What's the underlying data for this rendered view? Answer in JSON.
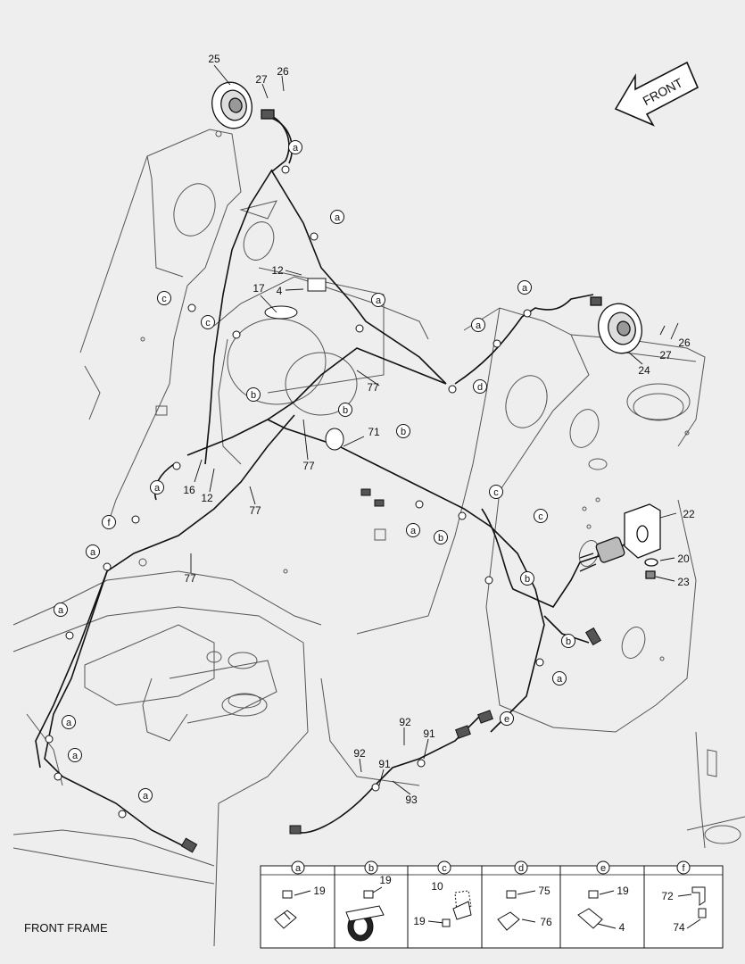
{
  "direction_label": "FRONT",
  "footer_title": "FRONT FRAME",
  "callouts": [
    {
      "id": "c25",
      "label": "25"
    },
    {
      "id": "c26a",
      "label": "26"
    },
    {
      "id": "c27a",
      "label": "27"
    },
    {
      "id": "c12a",
      "label": "12"
    },
    {
      "id": "c4a",
      "label": "4"
    },
    {
      "id": "c17",
      "label": "17"
    },
    {
      "id": "c77a",
      "label": "77"
    },
    {
      "id": "c71",
      "label": "71"
    },
    {
      "id": "c77b",
      "label": "77"
    },
    {
      "id": "c16",
      "label": "16"
    },
    {
      "id": "c12b",
      "label": "12"
    },
    {
      "id": "c77c",
      "label": "77"
    },
    {
      "id": "c77d",
      "label": "77"
    },
    {
      "id": "c24",
      "label": "24"
    },
    {
      "id": "c27b",
      "label": "27"
    },
    {
      "id": "c26b",
      "label": "26"
    },
    {
      "id": "c22",
      "label": "22"
    },
    {
      "id": "c20",
      "label": "20"
    },
    {
      "id": "c23",
      "label": "23"
    },
    {
      "id": "c92a",
      "label": "92"
    },
    {
      "id": "c91a",
      "label": "91"
    },
    {
      "id": "c92b",
      "label": "92"
    },
    {
      "id": "c91b",
      "label": "91"
    },
    {
      "id": "c93",
      "label": "93"
    }
  ],
  "markers": [
    {
      "id": "m1",
      "letter": "a"
    },
    {
      "id": "m2",
      "letter": "a"
    },
    {
      "id": "m3",
      "letter": "c"
    },
    {
      "id": "m4",
      "letter": "c"
    },
    {
      "id": "m5",
      "letter": "a"
    },
    {
      "id": "m6",
      "letter": "a"
    },
    {
      "id": "m7",
      "letter": "a"
    },
    {
      "id": "m8",
      "letter": "d"
    },
    {
      "id": "m9",
      "letter": "b"
    },
    {
      "id": "m10",
      "letter": "b"
    },
    {
      "id": "m11",
      "letter": "b"
    },
    {
      "id": "m12",
      "letter": "a"
    },
    {
      "id": "m13",
      "letter": "f"
    },
    {
      "id": "m14",
      "letter": "a"
    },
    {
      "id": "m15",
      "letter": "a"
    },
    {
      "id": "m16",
      "letter": "c"
    },
    {
      "id": "m17",
      "letter": "c"
    },
    {
      "id": "m18",
      "letter": "a"
    },
    {
      "id": "m19",
      "letter": "b"
    },
    {
      "id": "m20",
      "letter": "b"
    },
    {
      "id": "m21",
      "letter": "b"
    },
    {
      "id": "m22",
      "letter": "a"
    },
    {
      "id": "m23",
      "letter": "e"
    },
    {
      "id": "m24",
      "letter": "a"
    },
    {
      "id": "m25",
      "letter": "a"
    },
    {
      "id": "m26",
      "letter": "a"
    },
    {
      "id": "m27",
      "letter": "a"
    }
  ],
  "legend": [
    {
      "letter": "a",
      "parts": [
        "19"
      ]
    },
    {
      "letter": "b",
      "parts": [
        "19"
      ]
    },
    {
      "letter": "c",
      "parts": [
        "10",
        "19"
      ]
    },
    {
      "letter": "d",
      "parts": [
        "75",
        "76"
      ]
    },
    {
      "letter": "e",
      "parts": [
        "19",
        "4"
      ]
    },
    {
      "letter": "f",
      "parts": [
        "72",
        "74"
      ]
    }
  ]
}
